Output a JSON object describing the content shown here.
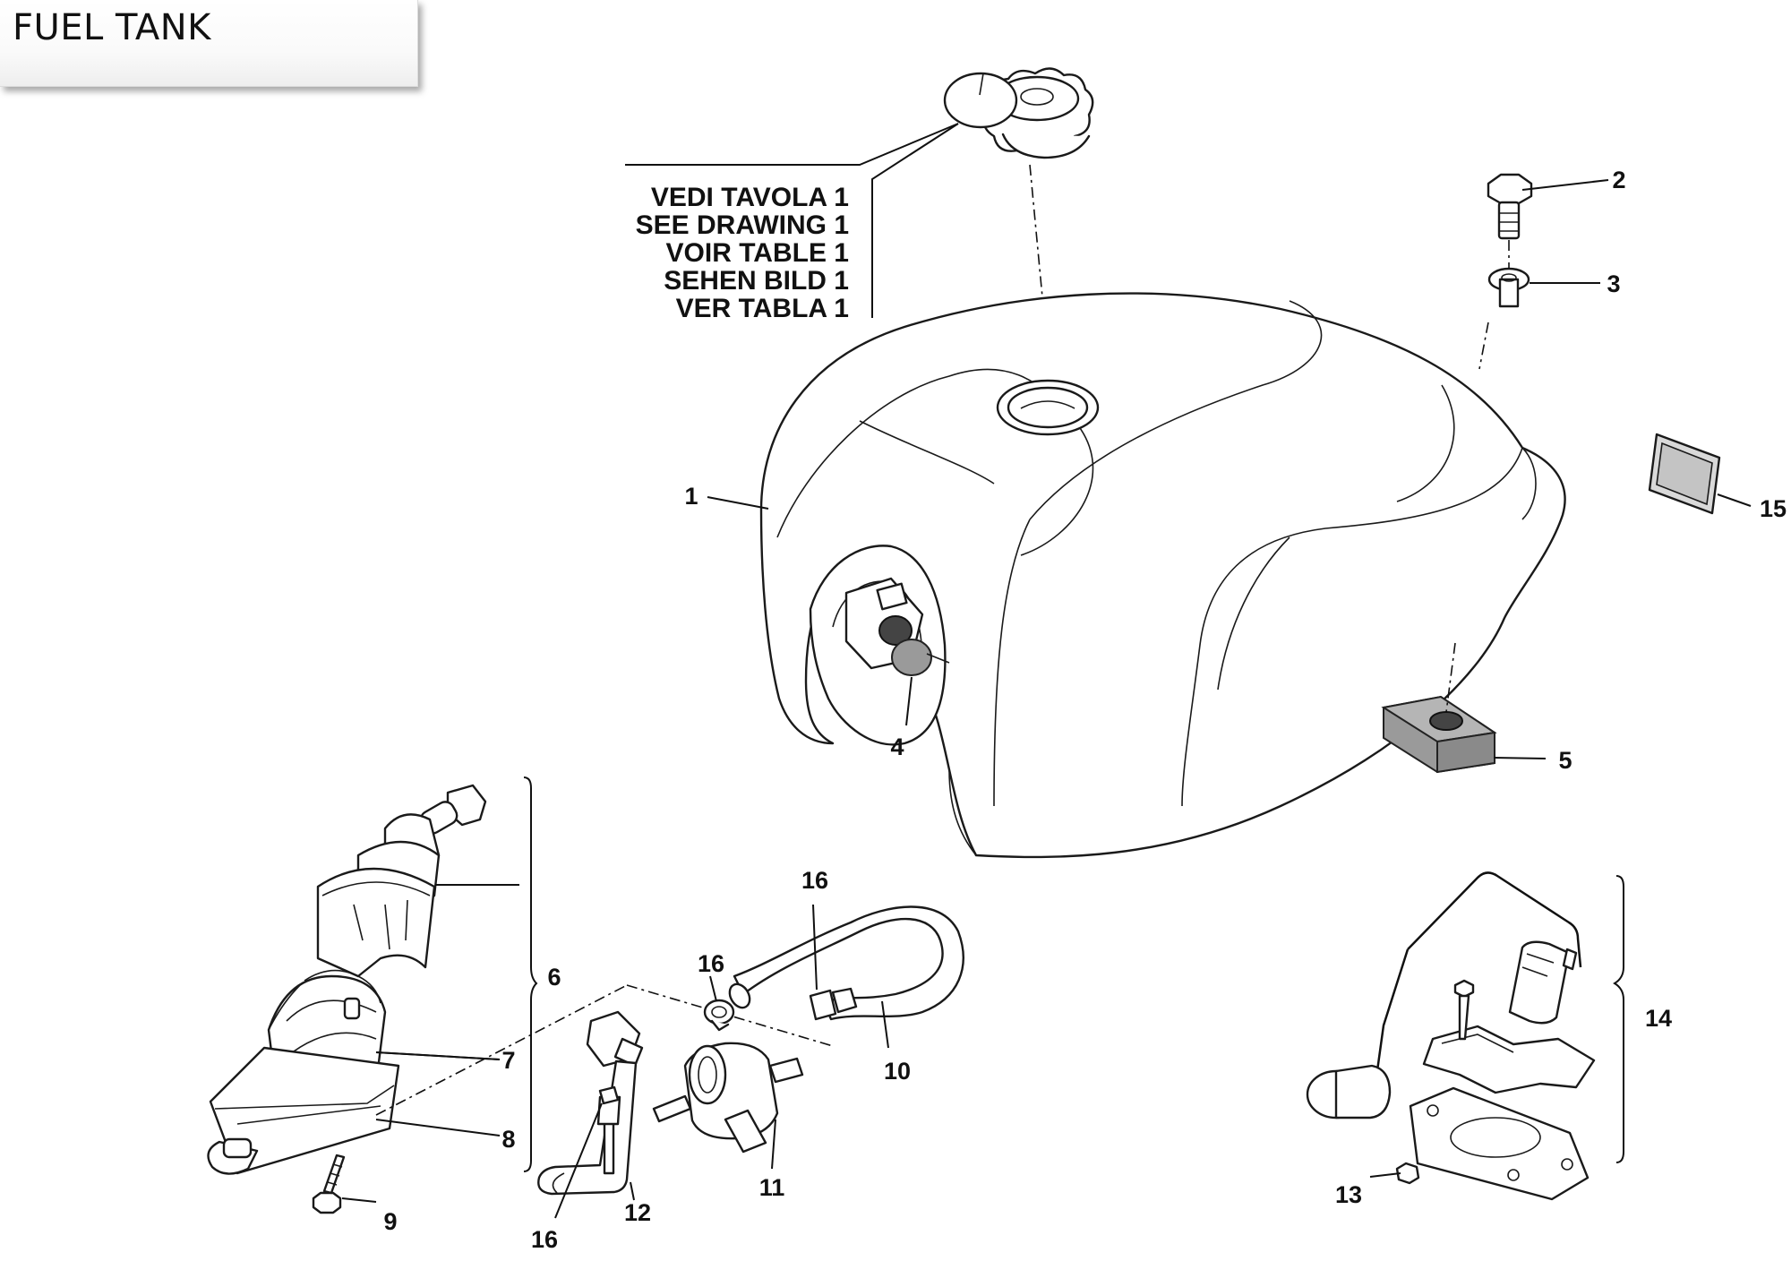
{
  "header": {
    "title": "FUEL TANK"
  },
  "reference_note": [
    "VEDI TAVOLA 1",
    "SEE DRAWING 1",
    "VOIR TABLE 1",
    "SEHEN BILD 1",
    "VER TABLA 1"
  ],
  "callouts": {
    "c1": "1",
    "c2": "2",
    "c3": "3",
    "c4": "4",
    "c5": "5",
    "c6": "6",
    "c7": "7",
    "c8": "8",
    "c9": "9",
    "c10": "10",
    "c11": "11",
    "c12": "12",
    "c13": "13",
    "c14": "14",
    "c15": "15",
    "c16a": "16",
    "c16b": "16",
    "c16c": "16"
  }
}
